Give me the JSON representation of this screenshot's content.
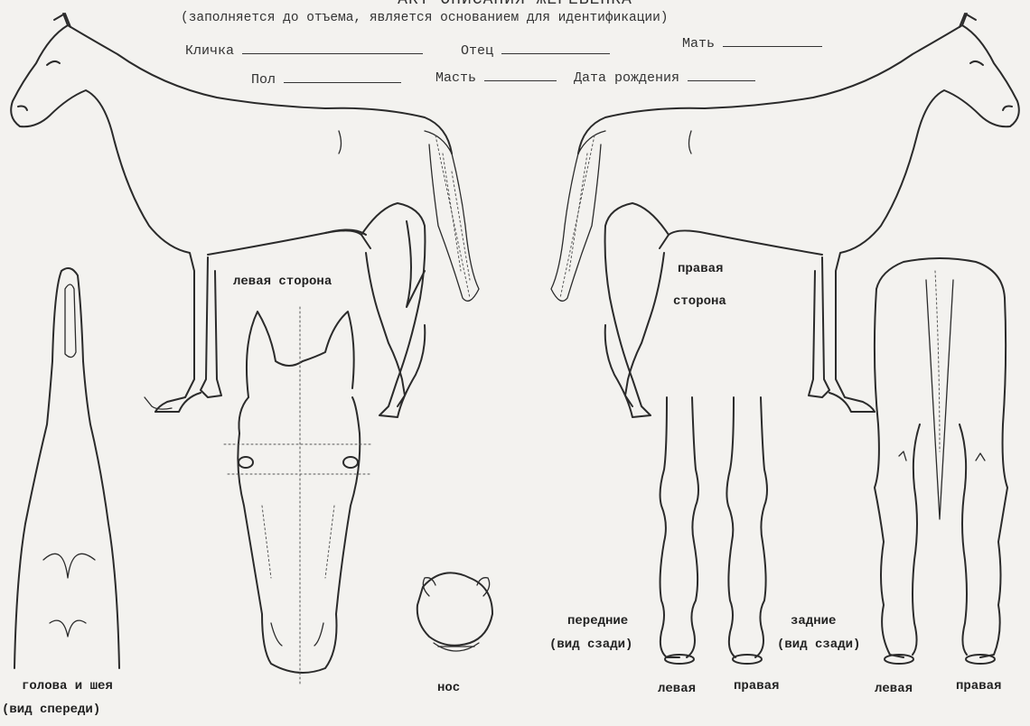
{
  "form": {
    "title": "АКТ ОПИСАНИЯ ЖЕРЕБЕНКА",
    "subtitle": "(заполняется до отъема, является основанием для идентификации)",
    "fields": {
      "name": "Кличка",
      "father": "Отец",
      "mother": "Мать",
      "sex": "Пол",
      "color": "Масть",
      "birth_date": "Дата рождения"
    }
  },
  "labels": {
    "left_side": "левая сторона",
    "right_side_line1": "правая",
    "right_side_line2": "сторона",
    "head_neck_line1": "голова и шея",
    "head_neck_line2": "(вид спереди)",
    "nose": "нос",
    "front_legs_line1": "передние",
    "front_legs_line2": "(вид сзади)",
    "hind_legs_line1": "задние",
    "hind_legs_line2": "(вид сзади)",
    "front_left": "левая",
    "front_right": "правая",
    "hind_left": "левая",
    "hind_right": "правая"
  }
}
